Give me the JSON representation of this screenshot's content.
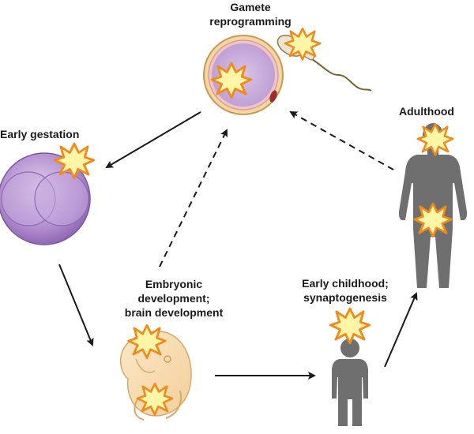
{
  "labels": {
    "gamete": [
      "Gamete",
      "reprogramming"
    ],
    "early_gestation": "Early gestation",
    "adulthood": "Adulthood",
    "embryonic": [
      "Embryonic",
      "development;",
      "brain development"
    ],
    "childhood": [
      "Early childhood;",
      "synaptogenesis"
    ]
  },
  "colors": {
    "burst_fill": "#fff5a6",
    "burst_stroke": "#f08a1c",
    "human_silhouette": "#6f6f6f",
    "cell_purple": "#a682c4",
    "egg_yellow": "#f6d6a0",
    "arrow": "#1a1a1a"
  },
  "icons": {
    "egg": "oocyte-icon",
    "sperm": "sperm-icon",
    "zygote": "two-cell-embryo-icon",
    "fetus": "fetus-icon",
    "child": "child-silhouette-icon",
    "adult": "adult-silhouette-icon",
    "burst": "starburst-icon"
  }
}
